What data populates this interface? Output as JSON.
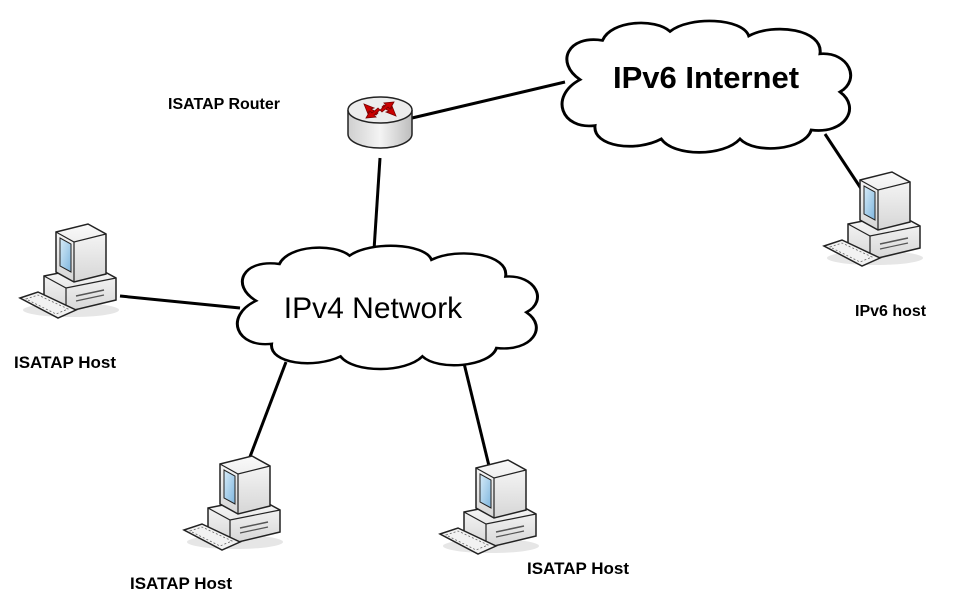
{
  "clouds": {
    "ipv6": {
      "label": "IPv6 Internet"
    },
    "ipv4": {
      "label": "IPv4 Network"
    }
  },
  "router": {
    "label": "ISATAP Router"
  },
  "hosts": {
    "isatap_left": {
      "label": "ISATAP Host"
    },
    "isatap_bottom_left": {
      "label": "ISATAP Host"
    },
    "isatap_bottom_right": {
      "label": "ISATAP Host"
    },
    "ipv6": {
      "label": "IPv6 host"
    }
  },
  "colors": {
    "link": "#000000",
    "cloud_fill": "#ffffff",
    "router_body": "#e8e8e8",
    "router_arrows": "#cc0000",
    "computer_body": "#f0f0f0",
    "screen": "#9cc8e6"
  },
  "icons": [
    "cloud-icon",
    "router-icon",
    "computer-icon"
  ]
}
